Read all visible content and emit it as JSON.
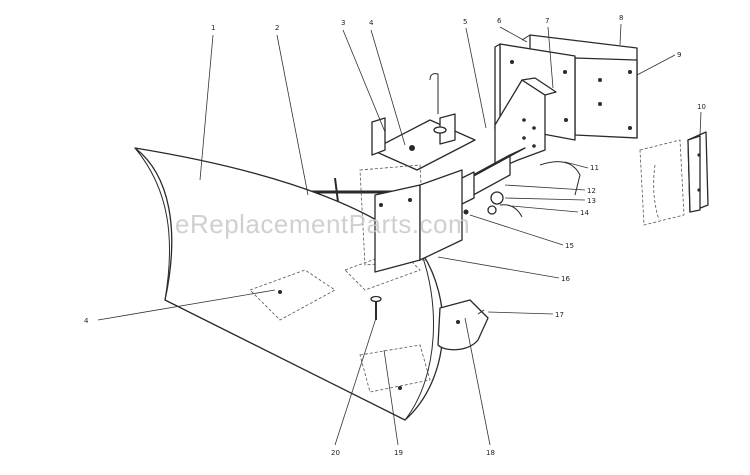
{
  "watermark": "eReplacementParts.com",
  "callouts": [
    {
      "id": "1",
      "label": "1"
    },
    {
      "id": "2",
      "label": "2"
    },
    {
      "id": "3",
      "label": "3"
    },
    {
      "id": "4",
      "label": "4"
    },
    {
      "id": "5",
      "label": "5"
    },
    {
      "id": "6",
      "label": "6"
    },
    {
      "id": "7",
      "label": "7"
    },
    {
      "id": "8",
      "label": "8"
    },
    {
      "id": "9",
      "label": "9"
    },
    {
      "id": "10",
      "label": "10"
    },
    {
      "id": "11",
      "label": "11"
    },
    {
      "id": "12",
      "label": "12"
    },
    {
      "id": "13",
      "label": "13"
    },
    {
      "id": "14",
      "label": "14"
    },
    {
      "id": "15",
      "label": "15"
    },
    {
      "id": "16",
      "label": "16"
    },
    {
      "id": "17",
      "label": "17"
    },
    {
      "id": "18",
      "label": "18"
    },
    {
      "id": "19",
      "label": "19"
    },
    {
      "id": "20",
      "label": "20"
    },
    {
      "id": "4b",
      "label": "4"
    }
  ]
}
